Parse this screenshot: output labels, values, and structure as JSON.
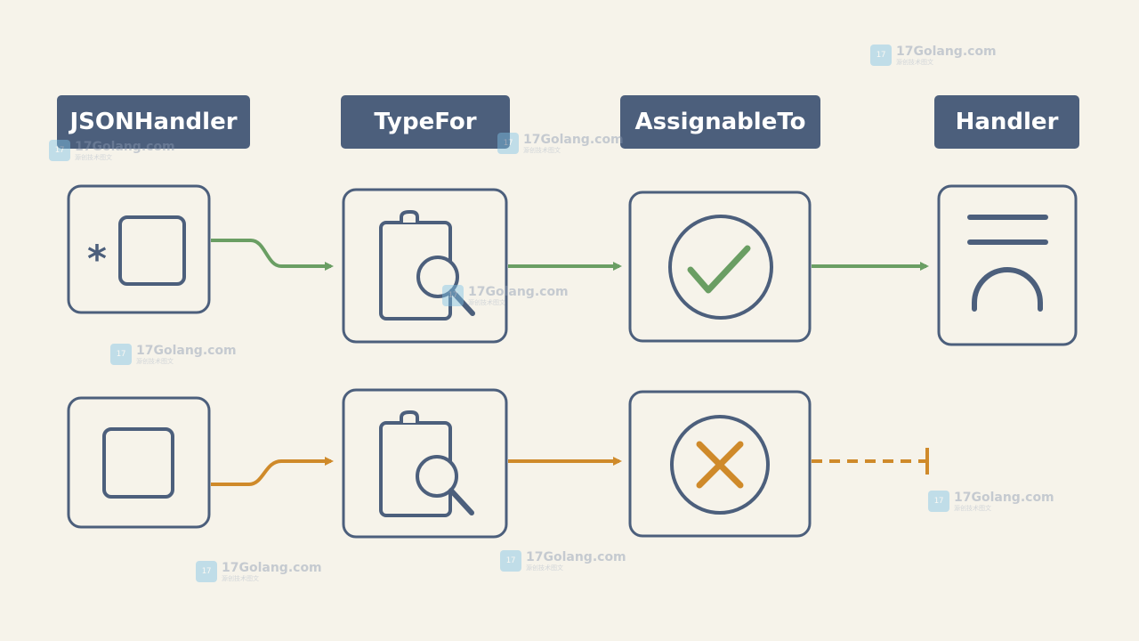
{
  "headers": {
    "json_handler": "JSONHandler",
    "type_for": "TypeFor",
    "assignable_to": "AssignableTo",
    "handler": "Handler"
  },
  "pointer_marker": "*",
  "colors": {
    "background": "#f6f3ea",
    "header_fill": "#4c5f7c",
    "outline": "#4c5f7c",
    "success_path": "#6a9e63",
    "failure_path": "#cf8a2a"
  },
  "icons": {
    "row1": [
      "pointer-type-icon",
      "inspect-type-icon",
      "check-circle-icon",
      "handler-icon"
    ],
    "row2": [
      "value-type-icon",
      "inspect-type-icon",
      "cross-circle-icon"
    ]
  },
  "watermark": {
    "text": "17Golang.com",
    "subtext": "源创技术图文",
    "logo_text": "17"
  }
}
